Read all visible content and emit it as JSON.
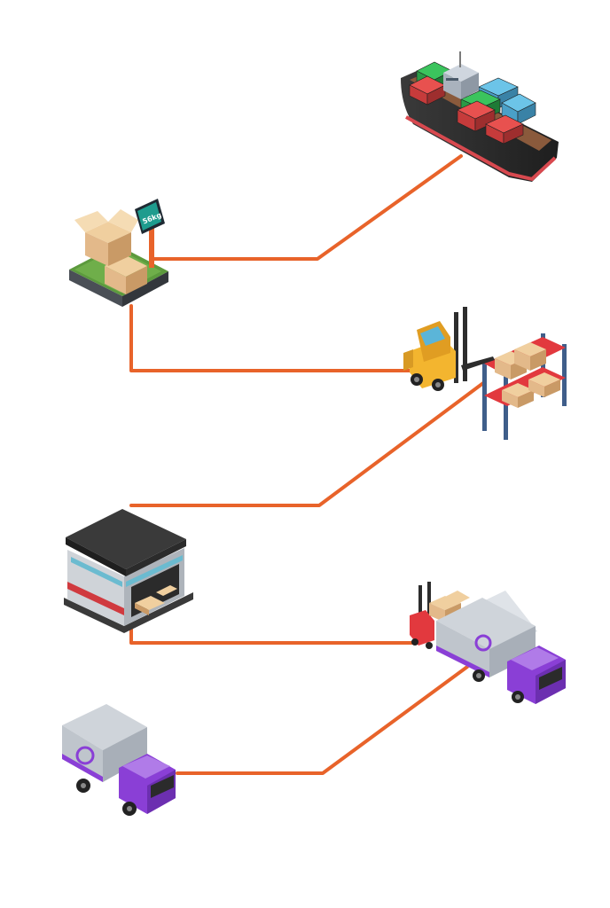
{
  "diagram": {
    "connector_color": "#e8632a",
    "nodes": [
      {
        "id": "cargo-ship",
        "icon": "cargo-ship-icon"
      },
      {
        "id": "weighing",
        "icon": "package-scale-icon",
        "scale_display": "56kg"
      },
      {
        "id": "forklift-rack",
        "icon": "forklift-warehouse-rack-icon"
      },
      {
        "id": "warehouse",
        "icon": "warehouse-building-icon"
      },
      {
        "id": "loading",
        "icon": "forklift-loading-truck-icon"
      },
      {
        "id": "delivery",
        "icon": "delivery-truck-icon"
      }
    ],
    "colors": {
      "truck_cab": "#8a3fd6",
      "truck_box": "#c9ced6",
      "ship_hull": "#2f2f2f",
      "ship_stripe": "#d8494f",
      "warehouse_roof": "#3a3a3a",
      "box": "#e3b98a",
      "rack_shelf": "#e2393e",
      "rack_post": "#3f5e8a",
      "forklift": "#f3b52f",
      "grass": "#5c9a3d",
      "scale_screen": "#1e9c8e"
    }
  }
}
